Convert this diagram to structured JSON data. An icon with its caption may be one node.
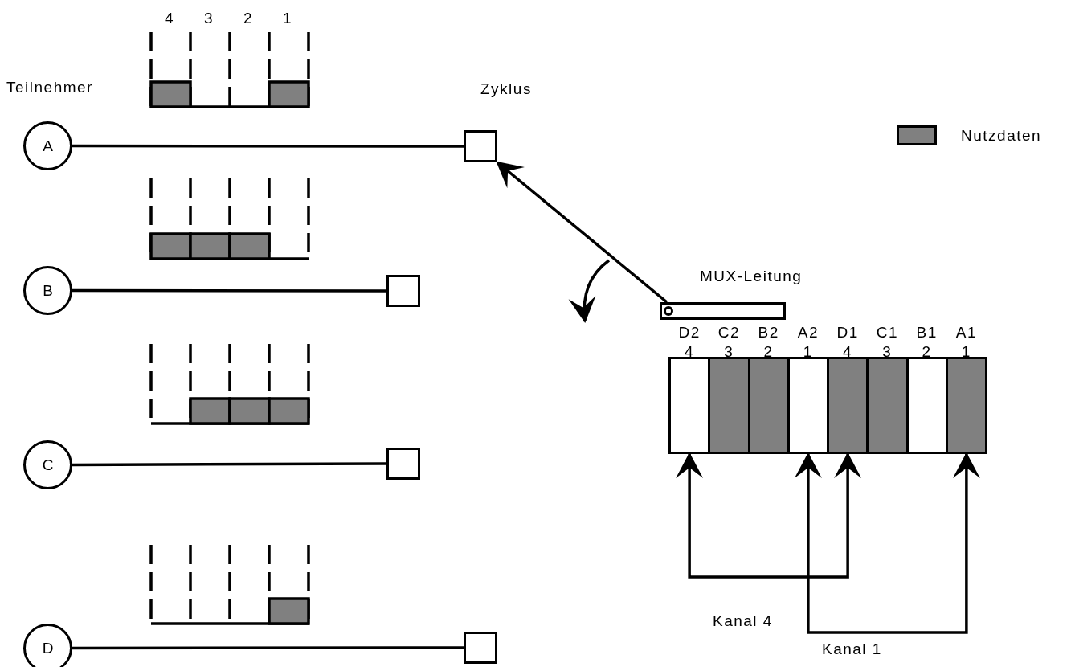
{
  "diagram": {
    "nodes": [
      {
        "text": [
          "A"
        ]
      },
      {
        "text": [],
        "shape": "box"
      },
      {
        "text": [
          "B"
        ]
      },
      {
        "text": [],
        "shape": "box"
      },
      {
        "text": [
          "C"
        ]
      },
      {
        "text": [],
        "shape": "box"
      },
      {
        "text": [
          "D"
        ]
      },
      {
        "text": [],
        "shape": "box"
      },
      {
        "text": [],
        "shape": "bar"
      },
      {
        "text": [
          "D2",
          "4"
        ]
      },
      {
        "text": [
          "C2",
          "3"
        ]
      },
      {
        "text": [
          "B2",
          "2"
        ]
      },
      {
        "text": [
          "A2",
          "1"
        ]
      },
      {
        "text": [
          "D1",
          "4"
        ]
      },
      {
        "text": [
          "C1",
          "3"
        ]
      },
      {
        "text": [
          "B1",
          "2"
        ]
      },
      {
        "text": [
          "A1",
          "1"
        ]
      }
    ],
    "edges": [
      {
        "from": 0,
        "to": 1,
        "arrow": "none"
      },
      {
        "from": 2,
        "to": 3,
        "arrow": "none"
      },
      {
        "from": 4,
        "to": 5,
        "arrow": "none"
      },
      {
        "from": 6,
        "to": 7,
        "arrow": "none"
      },
      {
        "from": 8,
        "to": 1,
        "arrow": "to"
      },
      {
        "from": 9,
        "to": 13,
        "arrow": "both",
        "label": "Kanal 4"
      },
      {
        "from": 12,
        "to": 16,
        "arrow": "both",
        "label": "Kanal 1"
      }
    ],
    "labels": [
      "4",
      "3",
      "2",
      "1",
      "Teilnehmer",
      "Zyklus",
      "MUX-Leitung"
    ],
    "legend": [
      {
        "text": "Nutzdaten",
        "color": "#808080"
      }
    ]
  }
}
